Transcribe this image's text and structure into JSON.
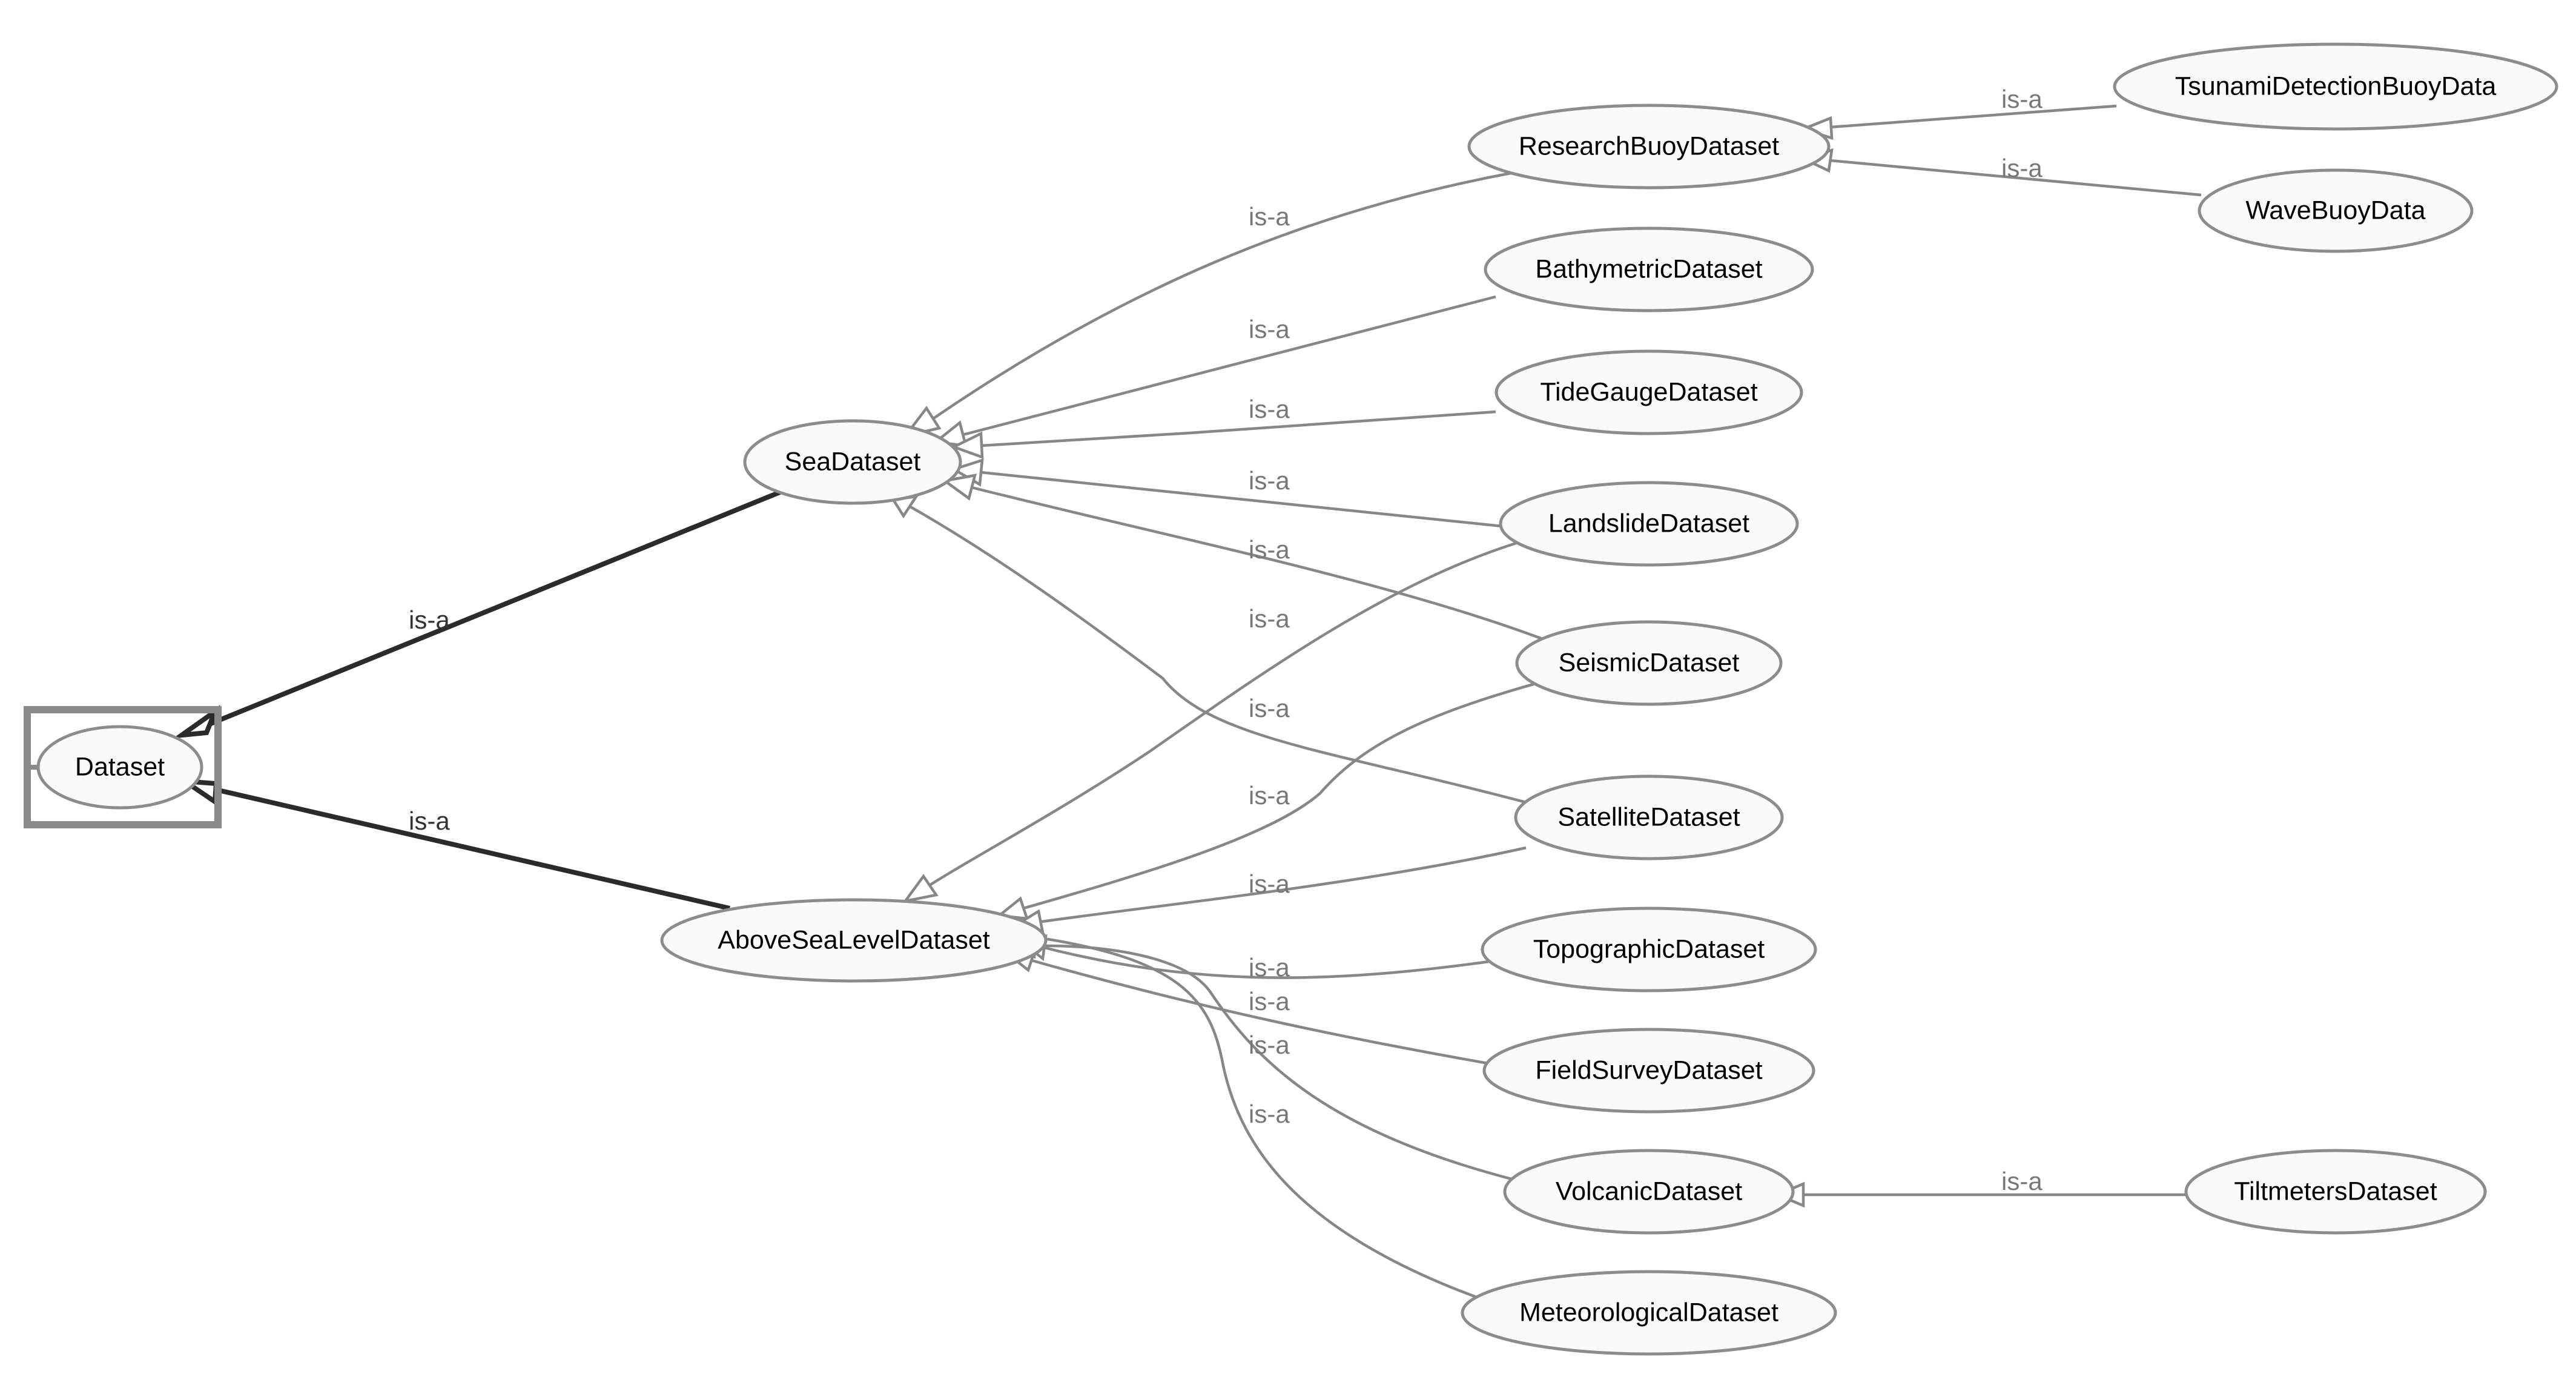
{
  "nodes": {
    "dataset": "Dataset",
    "sea": "SeaDataset",
    "above": "AboveSeaLevelDataset",
    "research_buoy": "ResearchBuoyDataset",
    "tsunami_buoy": "TsunamiDetectionBuoyData",
    "wave_buoy": "WaveBuoyData",
    "bathymetric": "BathymetricDataset",
    "tide_gauge": "TideGaugeDataset",
    "landslide": "LandslideDataset",
    "seismic": "SeismicDataset",
    "satellite": "SatelliteDataset",
    "topographic": "TopographicDataset",
    "field_survey": "FieldSurveyDataset",
    "volcanic": "VolcanicDataset",
    "meteorological": "MeteorologicalDataset",
    "tiltmeters": "TiltmetersDataset"
  },
  "relation_label": "is-a",
  "edges": [
    {
      "from": "sea",
      "to": "dataset"
    },
    {
      "from": "above",
      "to": "dataset"
    },
    {
      "from": "research_buoy",
      "to": "sea"
    },
    {
      "from": "bathymetric",
      "to": "sea"
    },
    {
      "from": "tide_gauge",
      "to": "sea"
    },
    {
      "from": "landslide",
      "to": "sea"
    },
    {
      "from": "seismic",
      "to": "sea"
    },
    {
      "from": "satellite",
      "to": "sea"
    },
    {
      "from": "landslide",
      "to": "above"
    },
    {
      "from": "seismic",
      "to": "above"
    },
    {
      "from": "satellite",
      "to": "above"
    },
    {
      "from": "topographic",
      "to": "above"
    },
    {
      "from": "field_survey",
      "to": "above"
    },
    {
      "from": "volcanic",
      "to": "above"
    },
    {
      "from": "meteorological",
      "to": "above"
    },
    {
      "from": "tsunami_buoy",
      "to": "research_buoy"
    },
    {
      "from": "wave_buoy",
      "to": "research_buoy"
    },
    {
      "from": "tiltmeters",
      "to": "volcanic"
    }
  ]
}
